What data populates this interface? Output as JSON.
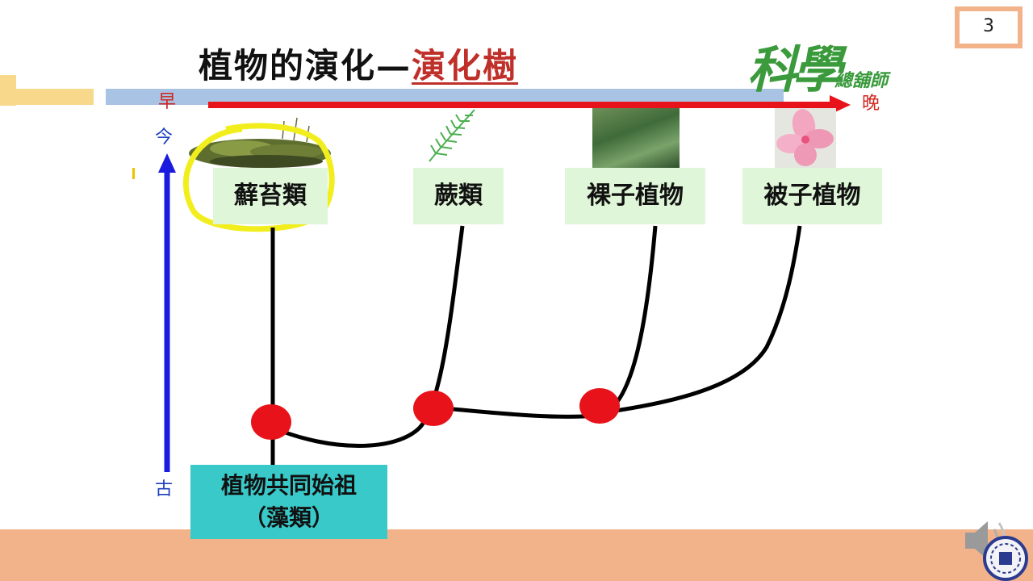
{
  "slide": {
    "number": "3"
  },
  "title": {
    "main": "植物的演化—",
    "highlight": "演化樹"
  },
  "logo": {
    "main": "科學",
    "sub": "總舖師"
  },
  "axis": {
    "early": "早",
    "late": "晚",
    "now": "今",
    "ancient": "古"
  },
  "groups": [
    {
      "name": "蘚苔類"
    },
    {
      "name": "蕨類"
    },
    {
      "name": "裸子植物"
    },
    {
      "name": "被子植物"
    }
  ],
  "ancestor": {
    "line1": "植物共同始祖",
    "line2": "（藻類）"
  },
  "colors": {
    "accent_red": "#e8121a",
    "axis_blue": "#1b1be0",
    "box_green": "#dff6d8",
    "ancestor_teal": "#39c9c9",
    "floor": "#f2b38a"
  },
  "icons": [
    "speaker-icon",
    "school-emblem-icon"
  ]
}
